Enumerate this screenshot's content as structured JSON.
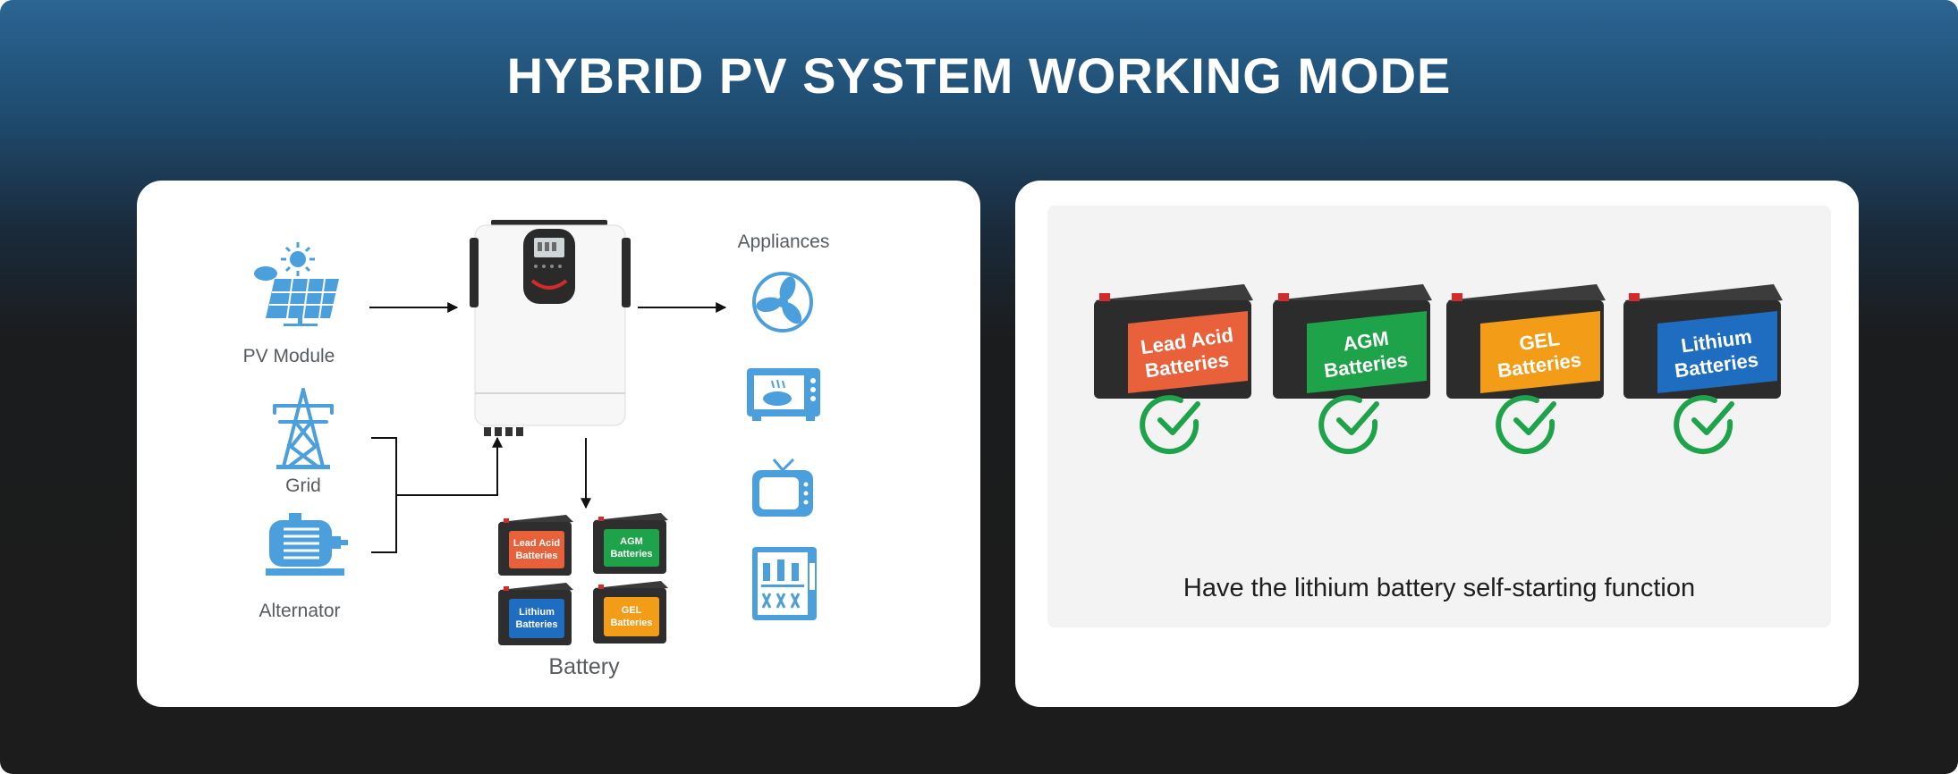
{
  "header": {
    "title": "HYBRID PV SYSTEM WORKING MODE"
  },
  "left_panel": {
    "sources": [
      {
        "label": "PV Module",
        "icon": "solar-panel-icon"
      },
      {
        "label": "Grid",
        "icon": "power-tower-icon"
      },
      {
        "label": "Alternator",
        "icon": "alternator-icon"
      }
    ],
    "appliances_label": "Appliances",
    "appliance_icons": [
      "fan-icon",
      "microwave-icon",
      "tv-icon",
      "fridge-icon"
    ],
    "battery_label": "Battery",
    "battery_types": [
      {
        "line1": "Lead Acid",
        "line2": "Batteries",
        "color": "#e8613a"
      },
      {
        "line1": "AGM",
        "line2": "Batteries",
        "color": "#1ea24a"
      },
      {
        "line1": "Lithium",
        "line2": "Batteries",
        "color": "#1f6dc1"
      },
      {
        "line1": "GEL",
        "line2": "Batteries",
        "color": "#f29c17"
      }
    ]
  },
  "right_panel": {
    "batteries": [
      {
        "line1": "Lead Acid",
        "line2": "Batteries",
        "color": "#e8613a"
      },
      {
        "line1": "AGM",
        "line2": "Batteries",
        "color": "#1ea24a"
      },
      {
        "line1": "GEL",
        "line2": "Batteries",
        "color": "#f29c17"
      },
      {
        "line1": "Lithium",
        "line2": "Batteries",
        "color": "#1f6dc1"
      }
    ],
    "check_color": "#1fa34a",
    "feature_text": "Have the lithium battery self-starting function"
  },
  "colors": {
    "icon_blue": "#4a9fdc",
    "frame_top": "#2b6592",
    "frame_bottom": "#1c1c1c"
  }
}
